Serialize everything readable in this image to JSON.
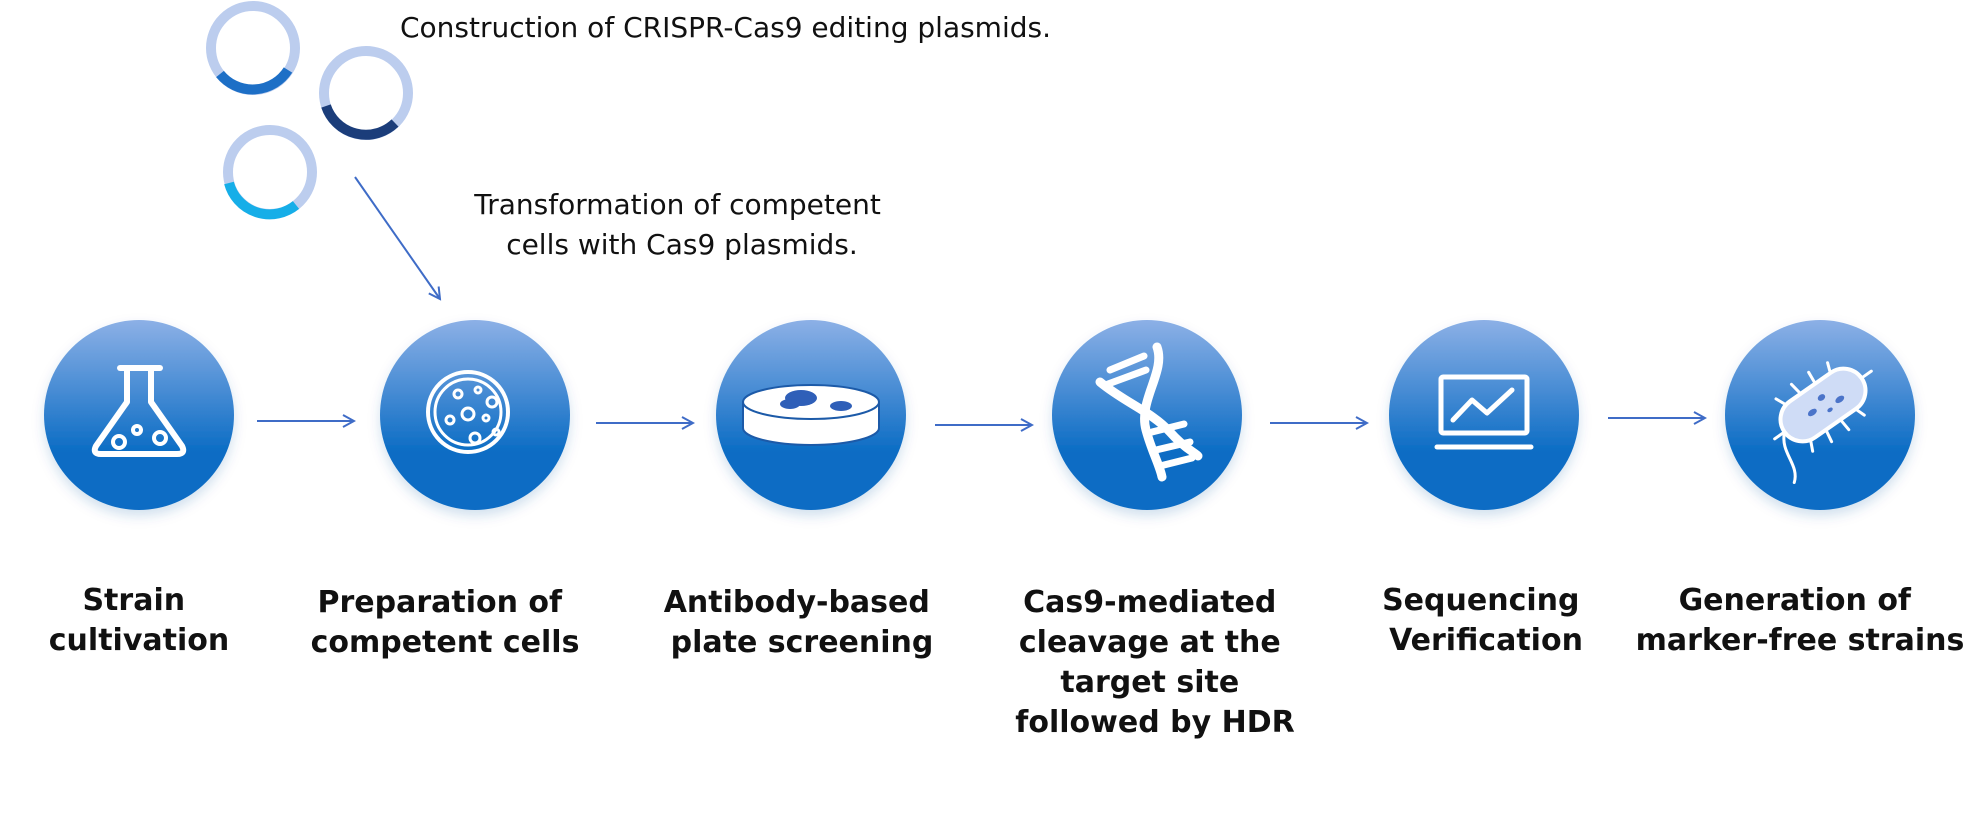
{
  "top_caption": "Construction of CRISPR-Cas9 editing plasmids.",
  "transform_caption": {
    "line1": "Transformation of competent",
    "line2": "cells with Cas9 plasmids."
  },
  "colors": {
    "circle_top": "#8cb0e6",
    "circle_bottom": "#0a6cc4",
    "arrow": "#3f6cc7",
    "ring_base": "#bccdee",
    "ring_accent_1": "#1d6fc6",
    "ring_accent_2": "#1b3d7a",
    "ring_accent_3": "#16aee8"
  },
  "plasmids": [
    {
      "name": "plasmid-ring-1",
      "accent": "#1d6fc6"
    },
    {
      "name": "plasmid-ring-2",
      "accent": "#1b3d7a"
    },
    {
      "name": "plasmid-ring-3",
      "accent": "#16aee8"
    }
  ],
  "steps": [
    {
      "id": "strain-cultivation",
      "icon": "flask-icon",
      "label": [
        "Strain",
        "cultivation"
      ]
    },
    {
      "id": "competent-cells",
      "icon": "petri-dish-icon",
      "label": [
        "Preparation of",
        "competent cells"
      ]
    },
    {
      "id": "plate-screening",
      "icon": "plate-icon",
      "label": [
        "Antibody-based",
        "plate screening"
      ]
    },
    {
      "id": "cas9-cleavage",
      "icon": "dna-icon",
      "label": [
        "Cas9-mediated",
        "cleavage at the",
        "target site",
        "followed by HDR"
      ]
    },
    {
      "id": "sequencing",
      "icon": "monitor-icon",
      "label": [
        "Sequencing",
        "Verification"
      ]
    },
    {
      "id": "marker-free",
      "icon": "bacterium-icon",
      "label": [
        "Generation of",
        "marker-free strains"
      ]
    }
  ]
}
